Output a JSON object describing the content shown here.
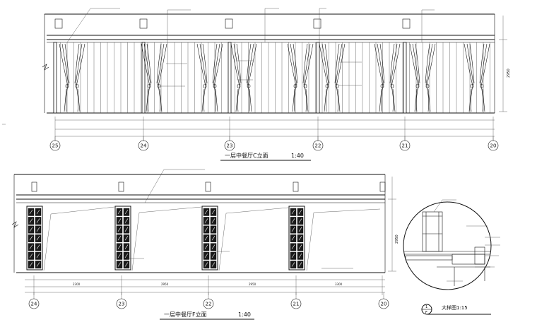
{
  "elevation_top": {
    "title": "一层中餐厅C立面",
    "scale": "1:40",
    "axis_bubbles": [
      "25",
      "24",
      "23",
      "22",
      "21",
      "20"
    ],
    "height_dim": "2950"
  },
  "elevation_bottom": {
    "title": "一层中餐厅F立面",
    "scale": "1:40",
    "axis_bubbles": [
      "24",
      "23",
      "22",
      "21",
      "20"
    ],
    "height_dim": "2950",
    "span_dims": [
      "2300",
      "2950",
      "2950",
      "3300"
    ]
  },
  "detail": {
    "title": "大样图1:15",
    "bubble_top": "1",
    "bubble_bottom": "F"
  }
}
